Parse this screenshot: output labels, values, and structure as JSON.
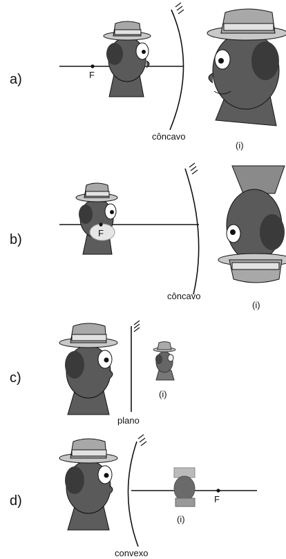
{
  "panels": [
    {
      "option": "a)",
      "mirror": "côncavo",
      "focus": "F",
      "image": "(i)"
    },
    {
      "option": "b)",
      "mirror": "côncavo",
      "focus": "F",
      "image": "(i)"
    },
    {
      "option": "c)",
      "mirror": "plano",
      "image": "(i)"
    },
    {
      "option": "d)",
      "mirror": "convexo",
      "focus": "F",
      "image": "(i)"
    }
  ],
  "colors": {
    "skin": "#5a5a5a",
    "hat": "#a8a8a8",
    "hat_band": "#e2e2e2",
    "ink": "#111111"
  }
}
